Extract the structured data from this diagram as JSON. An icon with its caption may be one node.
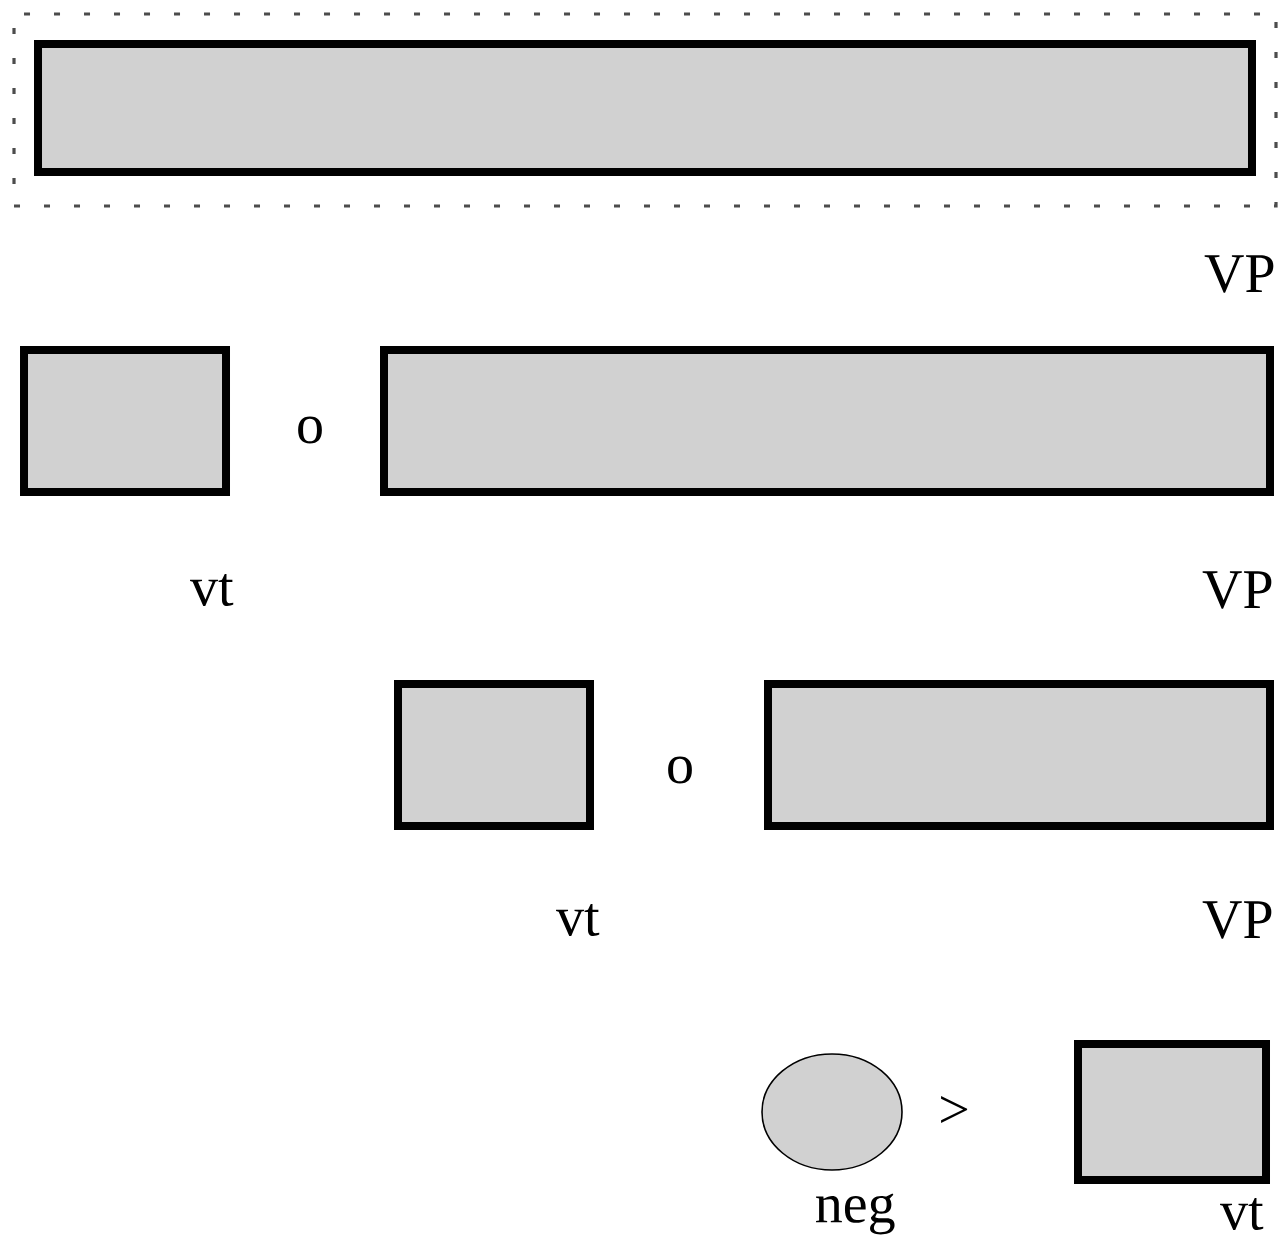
{
  "diagram": {
    "nodes": [
      {
        "text": [],
        "shape": "box",
        "beside": [
          "VP"
        ]
      },
      {
        "text": [],
        "shape": "bar",
        "in": 0
      },
      {
        "text": [],
        "shape": "box",
        "beside": [
          "vt"
        ]
      },
      {
        "text": [],
        "shape": "bar",
        "beside": [
          "VP"
        ]
      },
      {
        "text": [],
        "shape": "box",
        "beside": [
          "vt"
        ]
      },
      {
        "text": [],
        "shape": "bar",
        "beside": [
          "VP"
        ]
      },
      {
        "text": [],
        "shape": "ellipse",
        "beside": [
          "neg"
        ]
      },
      {
        "text": [],
        "shape": "box",
        "beside": [
          "vt"
        ]
      }
    ],
    "labels": [
      "o",
      "o",
      ">"
    ]
  }
}
